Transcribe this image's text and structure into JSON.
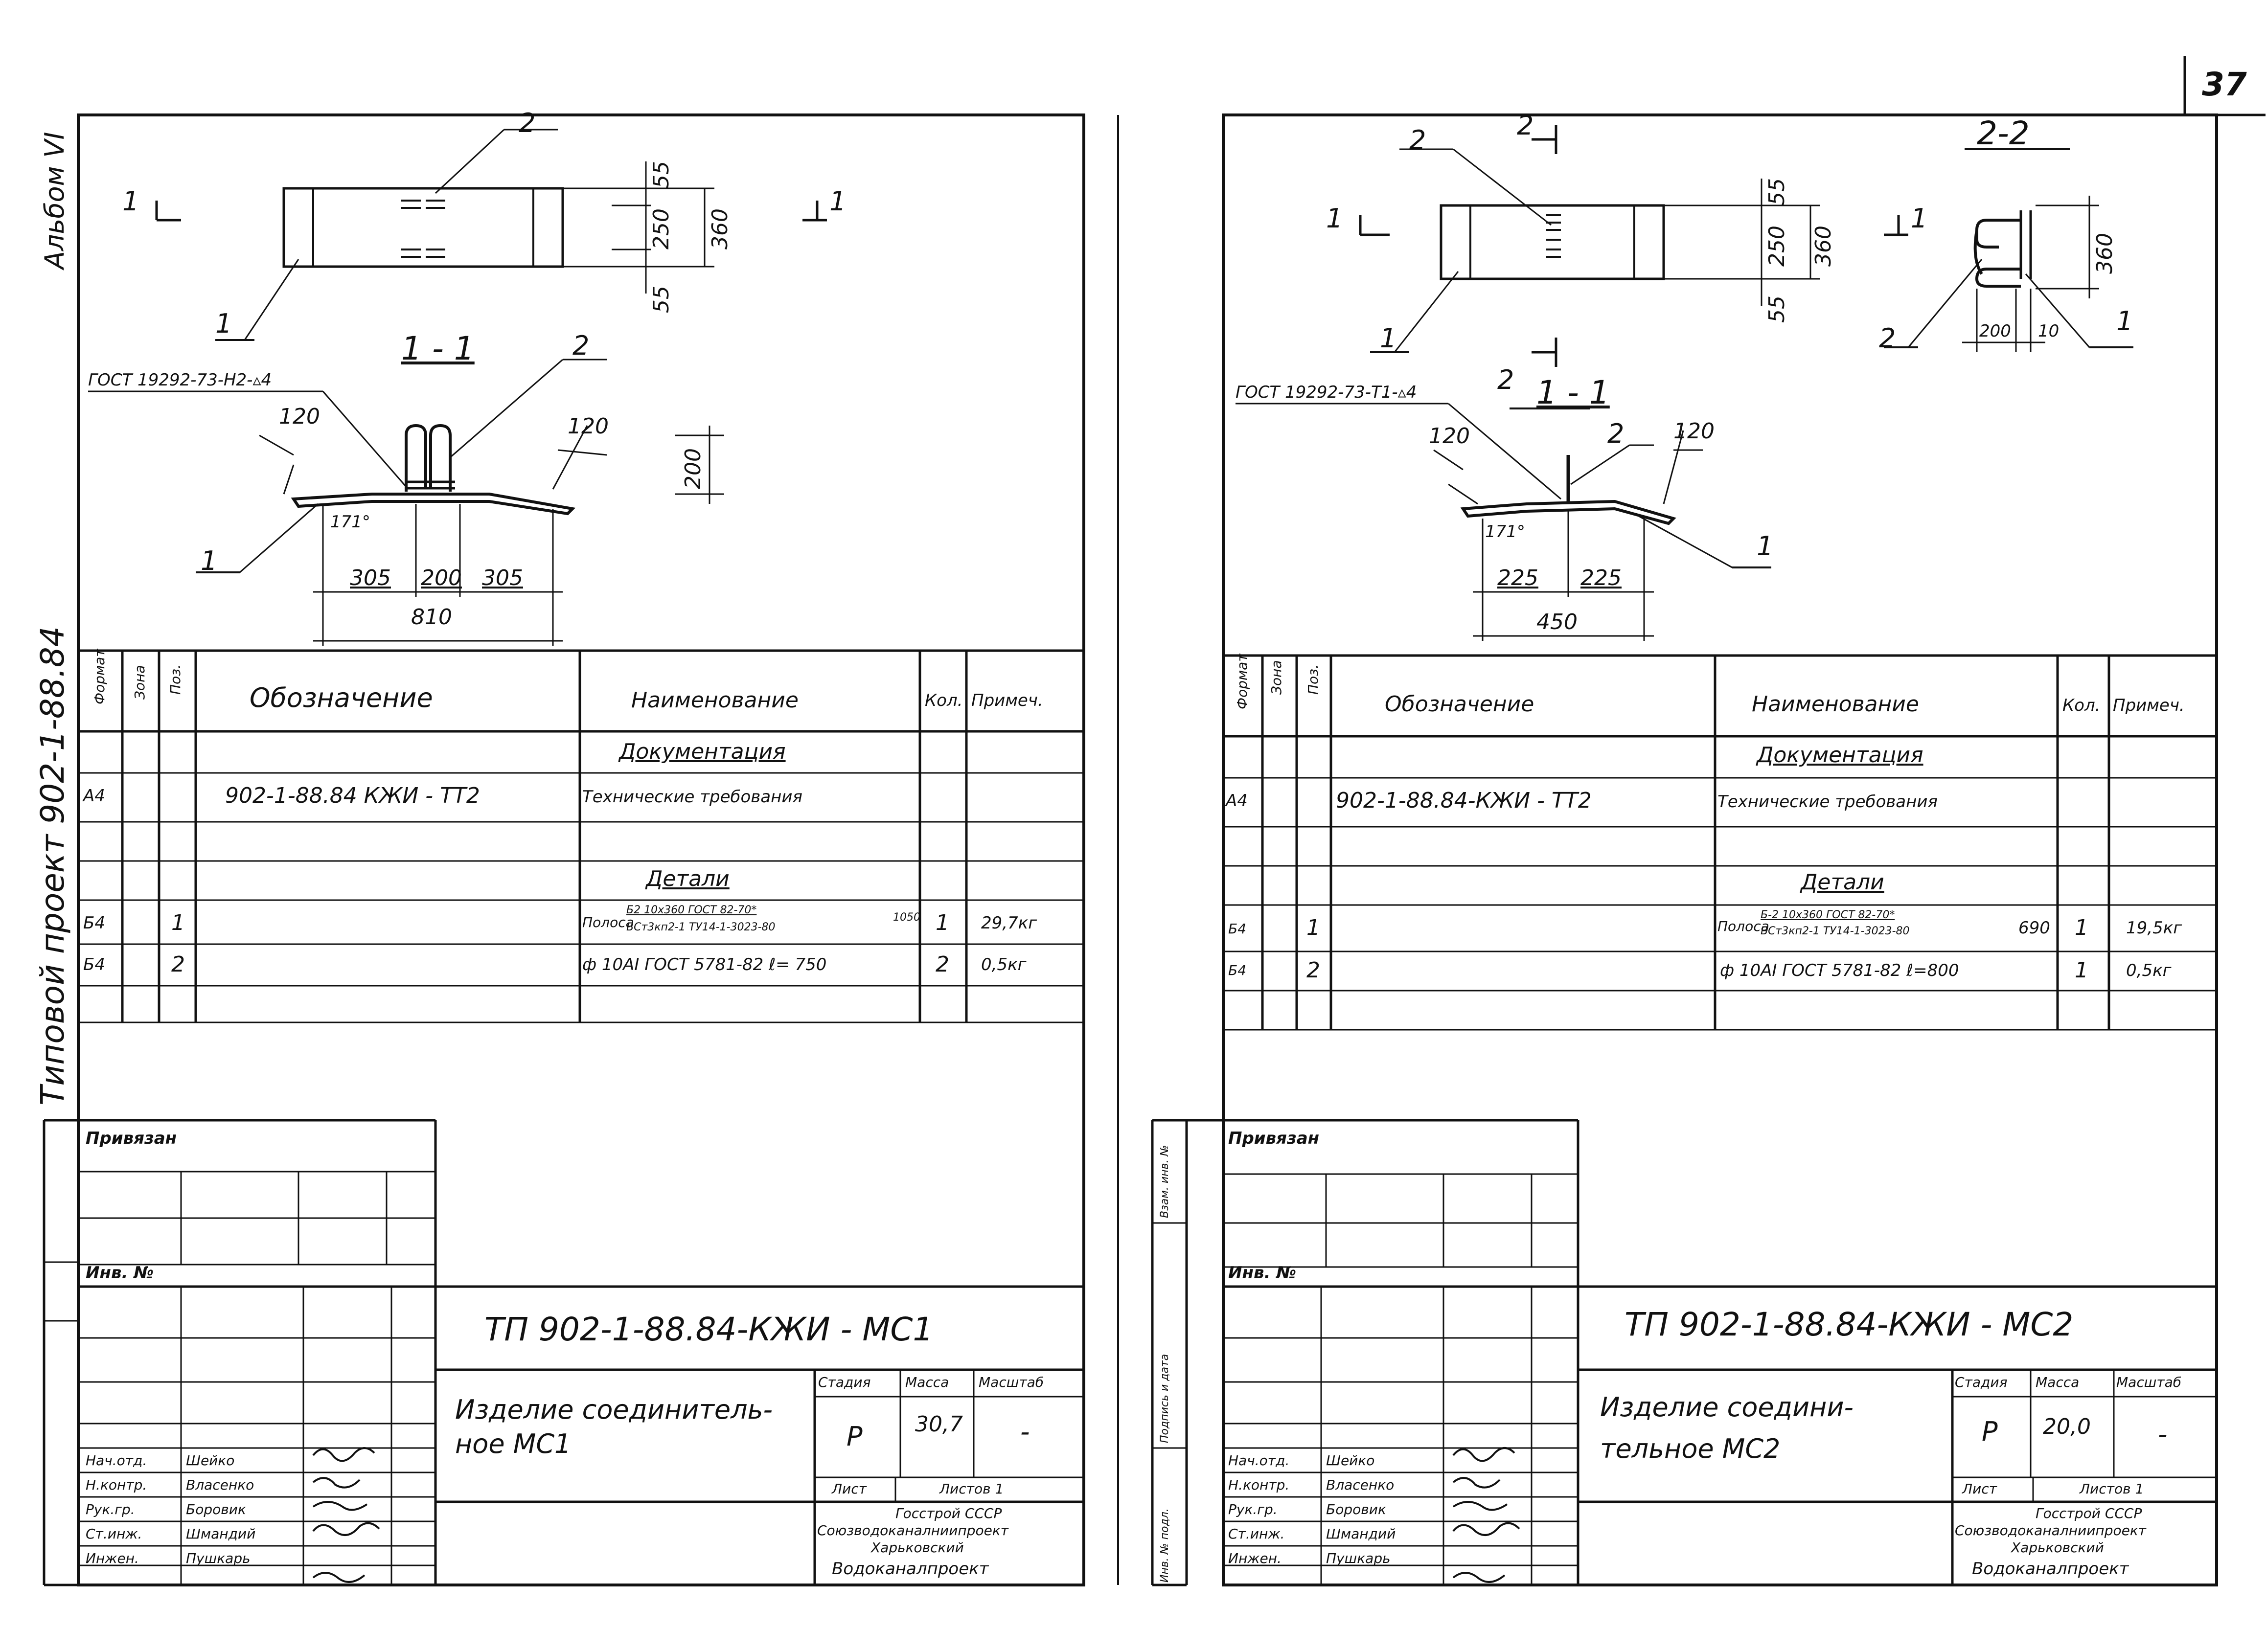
{
  "page_number": "37",
  "album": "Альбом VI",
  "project_vertical": "Типовой проект 902-1-88.84",
  "stamp_side_labels": [
    "Инв. № подл.",
    "Подпись и дата",
    "Взам. инв. №"
  ],
  "left": {
    "callouts": {
      "num_1a": "1",
      "num_1b": "1",
      "num_2": "2",
      "section_1": "1",
      "section_1r": "1"
    },
    "dims_top": {
      "d55a": "55",
      "d250": "250",
      "d360": "360",
      "d55b": "55"
    },
    "section_title": "1 - 1",
    "weld_note": "ГОСТ 19292-73-Н2-▵4",
    "sec_callout_2": "2",
    "sec_callout_1": "1",
    "angles": {
      "a120l": "120",
      "a120r": "120",
      "a171": "171°"
    },
    "dims_bottom": {
      "d200h": "200",
      "d305a": "305",
      "d200": "200",
      "d305b": "305",
      "d810": "810"
    },
    "spec": {
      "headers": {
        "format": "Формат",
        "zone": "Зона",
        "pos": "Поз.",
        "designation": "Обозначение",
        "name": "Наименование",
        "qty": "Кол.",
        "note": "Примеч."
      },
      "section_docs": "Документация",
      "doc_row": {
        "format": "А4",
        "designation": "902-1-88.84 КЖИ - ТТ2",
        "name": "Технические требования"
      },
      "section_parts": "Детали",
      "rows": [
        {
          "format": "Б4",
          "pos": "1",
          "name_main": "Полоса",
          "name_top": "Б2 10х360 ГОСТ 82-70*",
          "name_bottom": "ВСт3кп2-1 ТУ14-1-3023-80",
          "len": "1050",
          "qty": "1",
          "note": "29,7кг"
        },
        {
          "format": "Б4",
          "pos": "2",
          "name_main": "ф 10AI ГОСТ 5781-82  ℓ= 750",
          "qty": "2",
          "note": "0,5кг"
        }
      ]
    },
    "stamp": {
      "privyazan": "Привязан",
      "inv_no": "Инв. №",
      "code": "ТП 902-1-88.84-КЖИ - МС1",
      "title_l1": "Изделие соединитель-",
      "title_l2": "ное   МС1",
      "stage_h": "Стадия",
      "mass_h": "Масса",
      "scale_h": "Масштаб",
      "stage": "Р",
      "mass": "30,7",
      "scale": "-",
      "sheet_h": "Лист",
      "sheets_h": "Листов 1",
      "org_l1": "Госстрой СССР",
      "org_l2": "Союзводоканалниипроект",
      "org_l3": "Харьковский",
      "org_l4": "Водоканалпроект",
      "people": [
        {
          "role": "Нач.отд.",
          "name": "Шейко"
        },
        {
          "role": "Н.контр.",
          "name": "Власенко"
        },
        {
          "role": "Рук.гр.",
          "name": "Боровик"
        },
        {
          "role": "Ст.инж.",
          "name": "Шмандий"
        },
        {
          "role": "Инжен.",
          "name": "Пушкарь"
        }
      ]
    }
  },
  "right": {
    "callouts": {
      "num_2": "2",
      "num_1": "1",
      "num_1b": "1",
      "sec_2_top": "2",
      "sec_1_top": "1",
      "sec_2_bottom": "2"
    },
    "dims_top": {
      "d55a": "55",
      "d250": "250",
      "d360": "360",
      "d55b": "55"
    },
    "section22_title": "2-2",
    "sec22": {
      "d360": "360",
      "d200": "200",
      "d10": "10",
      "c2": "2",
      "c1": "1"
    },
    "section_title": "1 - 1",
    "weld_note": "ГОСТ 19292-73-Т1-▵4",
    "sec_callout_2": "2",
    "sec_callout_1": "1",
    "angles": {
      "a120l": "120",
      "a120r": "120",
      "a171": "171°"
    },
    "dims_bottom": {
      "d225a": "225",
      "d225b": "225",
      "d450": "450"
    },
    "spec": {
      "headers": {
        "format": "Формат",
        "zone": "Зона",
        "pos": "Поз.",
        "designation": "Обозначение",
        "name": "Наименование",
        "qty": "Кол.",
        "note": "Примеч."
      },
      "section_docs": "Документация",
      "doc_row": {
        "format": "А4",
        "designation": "902-1-88.84-КЖИ - ТТ2",
        "name": "Технические требования"
      },
      "section_parts": "Детали",
      "rows": [
        {
          "format": "Б4",
          "pos": "1",
          "name_main": "Полоса",
          "name_top": "Б-2 10х360 ГОСТ 82-70*",
          "name_bottom": "ВСт3кп2-1 ТУ14-1-3023-80",
          "len": "690",
          "qty": "1",
          "note": "19,5кг"
        },
        {
          "format": "Б4",
          "pos": "2",
          "name_main": "ф 10AI ГОСТ 5781-82  ℓ=800",
          "qty": "1",
          "note": "0,5кг"
        }
      ]
    },
    "stamp": {
      "privyazan": "Привязан",
      "inv_no": "Инв. №",
      "code": "ТП 902-1-88.84-КЖИ - МС2",
      "title_l1": "Изделие соедини-",
      "title_l2": "тельное  МС2",
      "stage_h": "Стадия",
      "mass_h": "Масса",
      "scale_h": "Масштаб",
      "stage": "Р",
      "mass": "20,0",
      "scale": "-",
      "sheet_h": "Лист",
      "sheets_h": "Листов 1",
      "org_l1": "Госстрой СССР",
      "org_l2": "Союзводоканалниипроект",
      "org_l3": "Харьковский",
      "org_l4": "Водоканалпроект",
      "people": [
        {
          "role": "Нач.отд.",
          "name": "Шейко"
        },
        {
          "role": "Н.контр.",
          "name": "Власенко"
        },
        {
          "role": "Рук.гр.",
          "name": "Боровик"
        },
        {
          "role": "Ст.инж.",
          "name": "Шмандий"
        },
        {
          "role": "Инжен.",
          "name": "Пушкарь"
        }
      ]
    }
  }
}
